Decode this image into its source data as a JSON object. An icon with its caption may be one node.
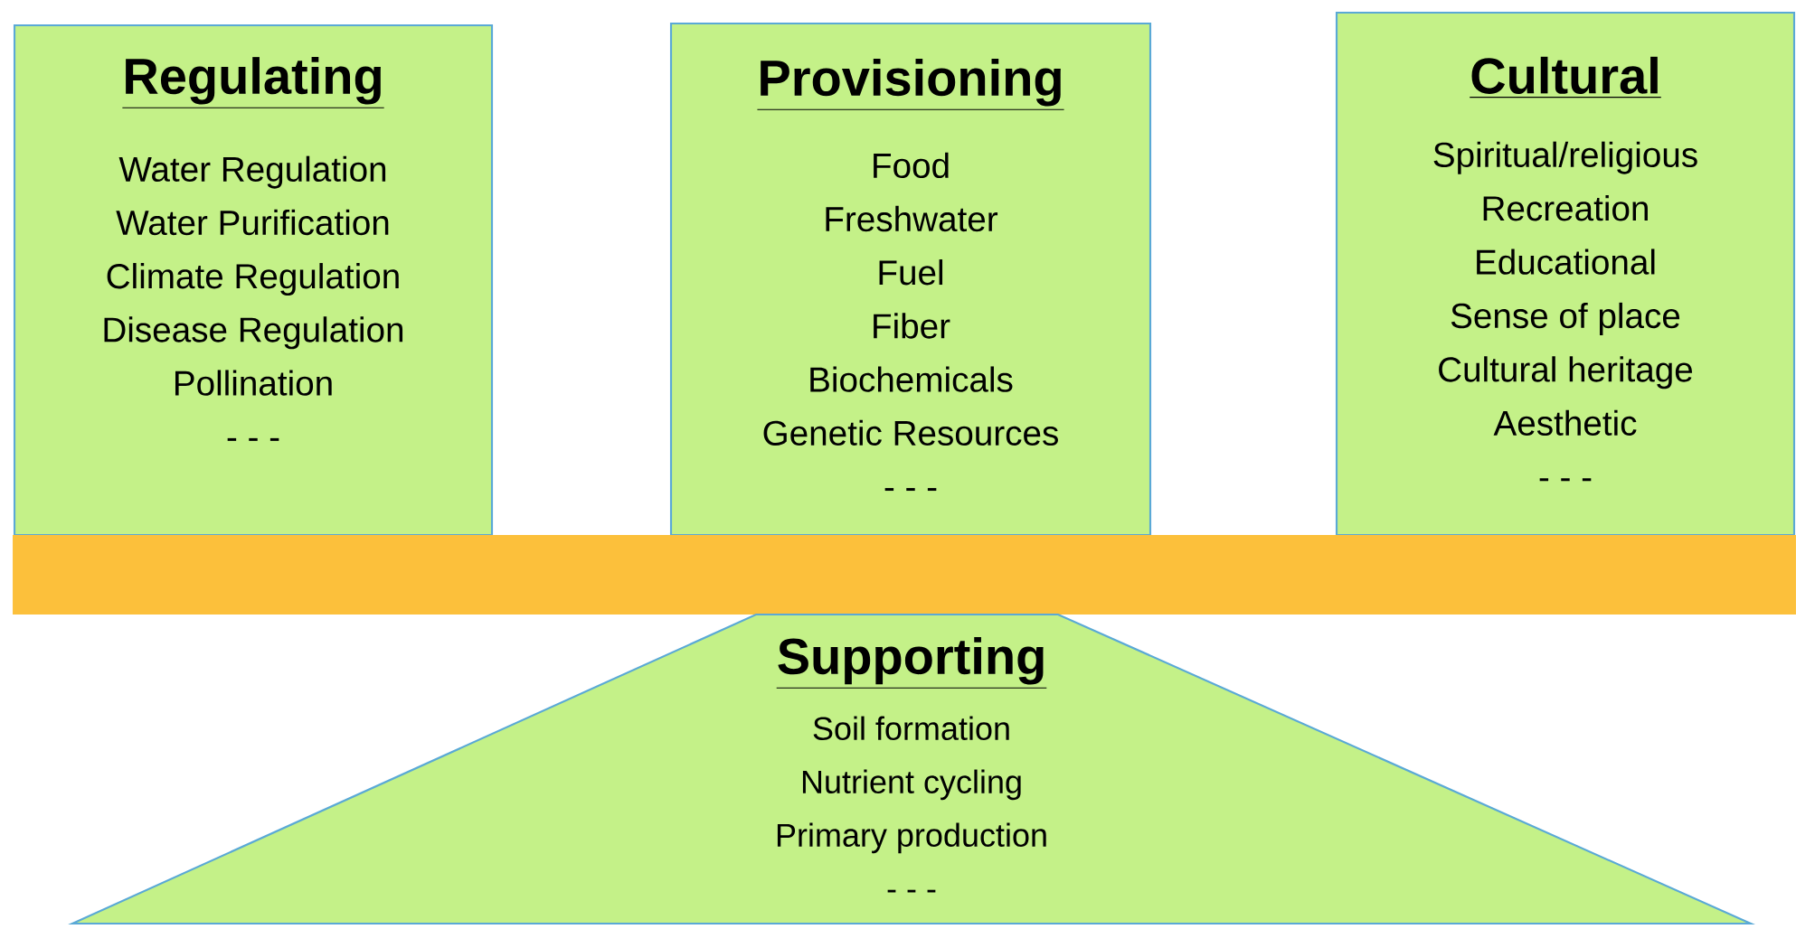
{
  "diagram": {
    "nodes": [
      {
        "text": [
          "Regulating",
          "Water Regulation",
          "Water Purification",
          "Climate Regulation",
          "Disease Regulation",
          "Pollination",
          "- - -"
        ]
      },
      {
        "text": [
          "Provisioning",
          "Food",
          "Freshwater",
          "Fuel",
          "Fiber",
          "Biochemicals",
          "Genetic Resources",
          "- - -"
        ]
      },
      {
        "text": [
          "Cultural",
          "Spiritual/religious",
          "Recreation",
          "Educational",
          "Sense of place",
          "Cultural heritage",
          "Aesthetic",
          "- - -"
        ]
      },
      {
        "text": [],
        "shape": "bar"
      },
      {
        "text": [
          "Supporting",
          "Soil formation",
          "Nutrient cycling",
          "Primary production",
          "- - -"
        ]
      }
    ]
  }
}
